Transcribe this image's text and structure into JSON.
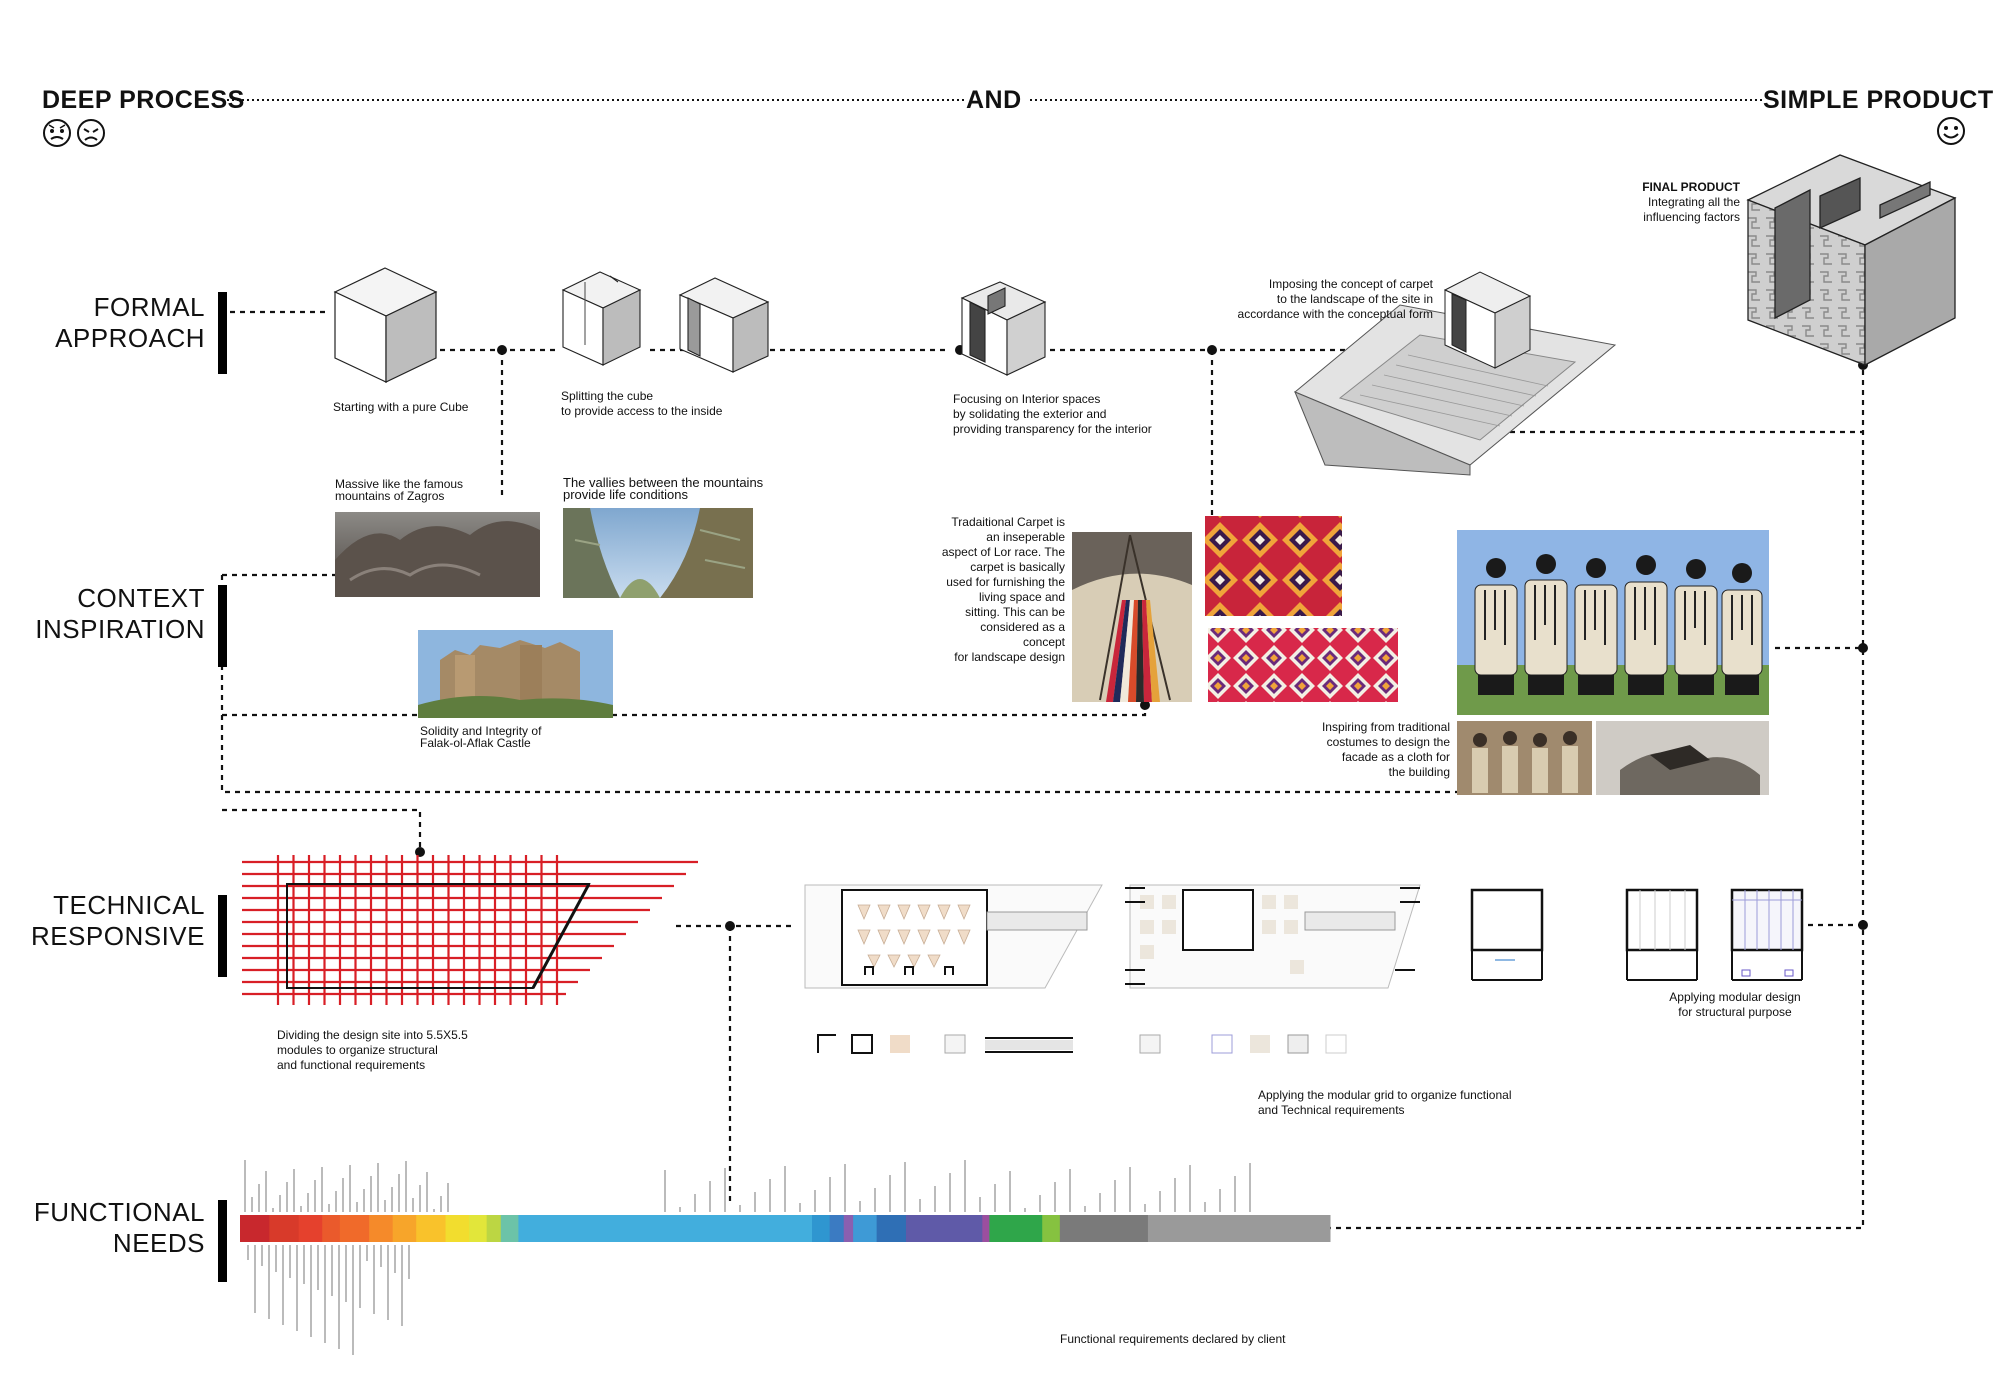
{
  "header": {
    "left": "DEEP PROCESS",
    "middle": "AND",
    "right": "SIMPLE PRODUCT",
    "left_faces": [
      "sweat-face-icon",
      "angry-face-icon"
    ],
    "right_face": "smile-face-icon"
  },
  "rows": [
    {
      "line1": "FORMAL",
      "line2": "APPROACH"
    },
    {
      "line1": "CONTEXT",
      "line2": "INSPIRATION"
    },
    {
      "line1": "TECHNICAL",
      "line2": "RESPONSIVE"
    },
    {
      "line1": "FUNCTIONAL",
      "line2": "NEEDS"
    }
  ],
  "final_product": {
    "title": "FINAL PRODUCT",
    "line1": "Integrating all the",
    "line2": "influencing factors"
  },
  "formal": {
    "cube": "Starting with a pure Cube",
    "split_1": "Splitting the cube",
    "split_2": "to provide access to the inside",
    "interior_1": "Focusing on Interior spaces",
    "interior_2": "by solidating the exterior and",
    "interior_3": "providing transparency for the interior",
    "carpet_1": "Imposing the concept of carpet",
    "carpet_2": "to the landscape of the site in",
    "carpet_3": "accordance with the conceptual form"
  },
  "context": {
    "zagros_1": "Massive like the famous",
    "zagros_2": "mountains of Zagros",
    "valley_1": "The vallies between the mountains",
    "valley_2": "provide life conditions",
    "castle_1": "Solidity and Integrity of",
    "castle_2": "Falak-ol-Aflak Castle",
    "carpet_lines": [
      "Tradaitional Carpet is",
      "an inseperable",
      "aspect of Lor race. The",
      "carpet is basically",
      "used for furnishing the",
      "living space and",
      "sitting. This can be",
      "considered as a",
      "concept",
      "for landscape design"
    ],
    "costume_lines": [
      "Inspiring from traditional",
      "costumes to design the",
      "facade as a cloth for",
      "the building"
    ]
  },
  "technical": {
    "grid_1": "Dividing the design site into 5.5X5.5",
    "grid_2": "modules to organize structural",
    "grid_3": "and functional requirements",
    "modular_1": "Applying modular design",
    "modular_2": "for structural purpose",
    "grid_apply_1": "Applying the modular grid to organize functional",
    "grid_apply_2": "and Technical requirements"
  },
  "functional": {
    "caption": "Functional requirements declared by client",
    "segments": [
      {
        "color": "#c8282d",
        "share": 2.5
      },
      {
        "color": "#d83a2a",
        "share": 2.5
      },
      {
        "color": "#e5412d",
        "share": 2.0
      },
      {
        "color": "#ea5a2c",
        "share": 1.5
      },
      {
        "color": "#f06a2a",
        "share": 2.5
      },
      {
        "color": "#f58a2a",
        "share": 2.0
      },
      {
        "color": "#f7a52a",
        "share": 2.0
      },
      {
        "color": "#f9c22b",
        "share": 2.5
      },
      {
        "color": "#f2dd2e",
        "share": 2.0
      },
      {
        "color": "#e2e63a",
        "share": 1.5
      },
      {
        "color": "#bcd643",
        "share": 1.2
      },
      {
        "color": "#6cc3a8",
        "share": 1.5
      },
      {
        "color": "#42aedd",
        "share": 25.0
      },
      {
        "color": "#2f96d0",
        "share": 1.5
      },
      {
        "color": "#3b7bc2",
        "share": 1.2
      },
      {
        "color": "#8a5fb0",
        "share": 0.8
      },
      {
        "color": "#3e9ad6",
        "share": 2.0
      },
      {
        "color": "#2f6fb5",
        "share": 2.5
      },
      {
        "color": "#5f5aa8",
        "share": 6.5
      },
      {
        "color": "#9b4f9f",
        "share": 0.6
      },
      {
        "color": "#2fa64a",
        "share": 4.5
      },
      {
        "color": "#86c240",
        "share": 1.5
      },
      {
        "color": "#7a7a7a",
        "share": 7.5
      },
      {
        "color": "#9a9a9a",
        "share": 15.5
      }
    ]
  }
}
